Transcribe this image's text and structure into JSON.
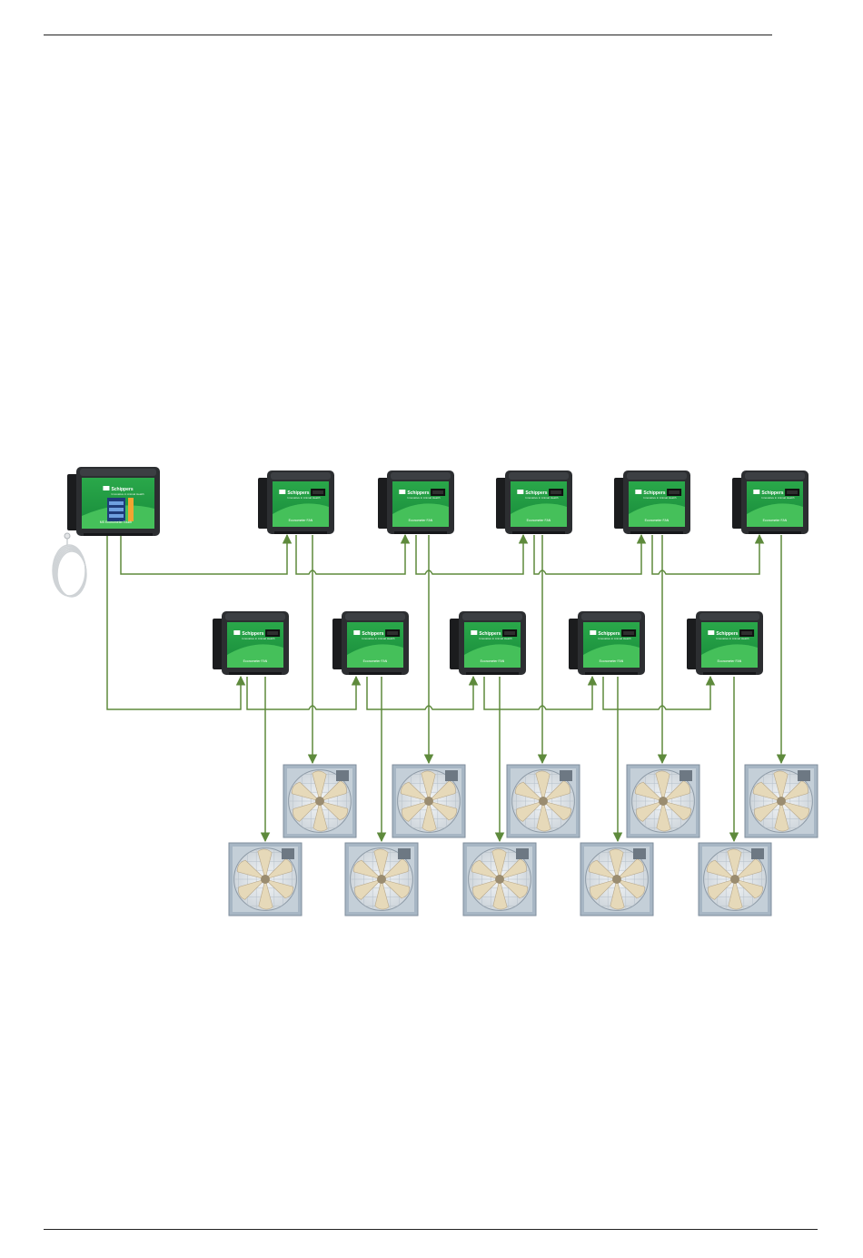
{
  "brand": {
    "logo_text": "Schippers",
    "tagline": "Innovative in Animal Health"
  },
  "master_unit": {
    "label": "MS Econometer Touch"
  },
  "slave_units": {
    "label": "Econometer FAN",
    "count": 10
  },
  "fans": {
    "count": 10
  },
  "colors": {
    "wire": "#5e8a3c",
    "unit_green": "#1f9f45",
    "unit_green_light": "#45c05a",
    "unit_body": "#2c2e31",
    "fan_frame": "#a7b6c4",
    "fan_blade": "#e6d9b9"
  }
}
